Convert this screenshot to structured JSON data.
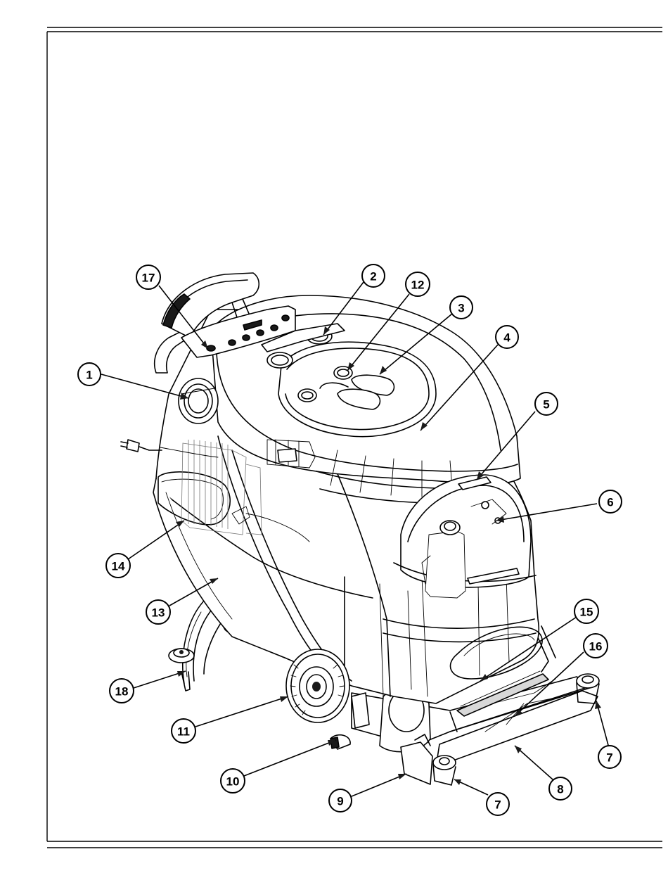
{
  "figure": {
    "callouts": [
      {
        "id": "c1",
        "label": "1"
      },
      {
        "id": "c2",
        "label": "2"
      },
      {
        "id": "c3",
        "label": "3"
      },
      {
        "id": "c4",
        "label": "4"
      },
      {
        "id": "c5",
        "label": "5"
      },
      {
        "id": "c6",
        "label": "6"
      },
      {
        "id": "c7a",
        "label": "7"
      },
      {
        "id": "c7b",
        "label": "7"
      },
      {
        "id": "c8",
        "label": "8"
      },
      {
        "id": "c9",
        "label": "9"
      },
      {
        "id": "c10",
        "label": "10"
      },
      {
        "id": "c11",
        "label": "11"
      },
      {
        "id": "c12",
        "label": "12"
      },
      {
        "id": "c13",
        "label": "13"
      },
      {
        "id": "c14",
        "label": "14"
      },
      {
        "id": "c15",
        "label": "15"
      },
      {
        "id": "c16",
        "label": "16"
      },
      {
        "id": "c17",
        "label": "17"
      },
      {
        "id": "c18",
        "label": "18"
      }
    ]
  }
}
